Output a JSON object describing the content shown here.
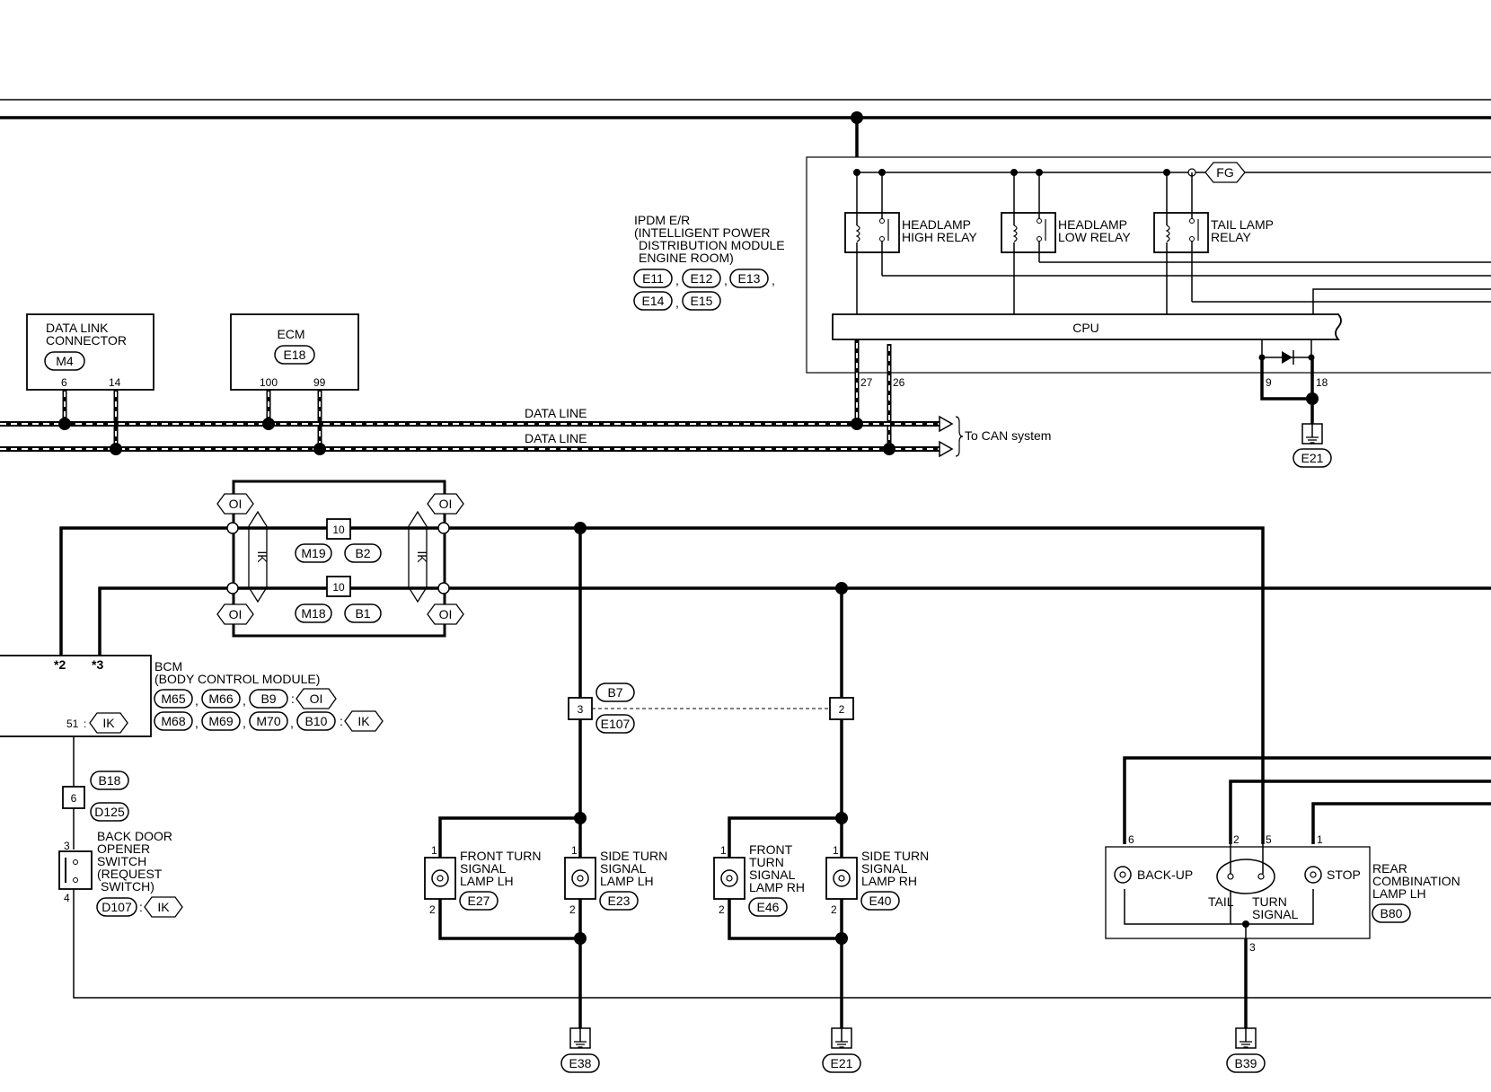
{
  "ipdm": {
    "title": "IPDM E/R",
    "desc1": "(INTELLIGENT POWER",
    "desc2": "DISTRIBUTION MODULE",
    "desc3": "ENGINE ROOM)",
    "connectors": [
      "E11",
      "E12",
      "E13",
      "E14",
      "E15"
    ],
    "cpu": "CPU",
    "fuse": "FG",
    "relays": [
      {
        "l1": "HEADLAMP",
        "l2": "HIGH RELAY"
      },
      {
        "l1": "HEADLAMP",
        "l2": "LOW RELAY"
      },
      {
        "l1": "TAIL LAMP",
        "l2": "RELAY"
      }
    ],
    "pins": {
      "p27": "27",
      "p26": "26",
      "p9": "9",
      "p18": "18"
    }
  },
  "dlc": {
    "l1": "DATA LINK",
    "l2": "CONNECTOR",
    "conn": "M4",
    "pin6": "6",
    "pin14": "14"
  },
  "ecm": {
    "title": "ECM",
    "conn": "E18",
    "pin100": "100",
    "pin99": "99"
  },
  "dataline": {
    "l1": "DATA LINE",
    "l2": "DATA LINE",
    "can": "To CAN system"
  },
  "grounds": {
    "e21_top": "E21",
    "e38": "E38",
    "e21_bot": "E21",
    "b39": "B39"
  },
  "joint": {
    "oi": "OI",
    "ik": "IK",
    "pin_top": "10",
    "pin_bot": "10",
    "conn_top": [
      "M19",
      "B2"
    ],
    "conn_bot": [
      "M18",
      "B1"
    ]
  },
  "bcm": {
    "title": "BCM",
    "desc": "(BODY CONTROL MODULE)",
    "row1": [
      "M65",
      "M66",
      "B9"
    ],
    "row2": [
      "M68",
      "M69",
      "M70",
      "B10"
    ],
    "oi": "OI",
    "ik": "IK",
    "pin51": "51",
    "star2": "*2",
    "star3": "*3"
  },
  "junction": {
    "pin_left": "3",
    "pin_right": "2",
    "c_top": "B7",
    "c_bot": "E107"
  },
  "backdoor": {
    "conn_top": "B18",
    "conn_bot": "D125",
    "pin": "6",
    "l1": "BACK DOOR",
    "l2": "OPENER",
    "l3": "SWITCH",
    "l4": "(REQUEST",
    "l5": "SWITCH)",
    "conn": "D107",
    "ik": "IK",
    "pin3": "3",
    "pin4": "4"
  },
  "lamps": [
    {
      "l1": "FRONT TURN",
      "l2": "SIGNAL",
      "l3": "LAMP LH",
      "l4": "",
      "conn": "E27",
      "p1": "1",
      "p2": "2"
    },
    {
      "l1": "SIDE TURN",
      "l2": "SIGNAL",
      "l3": "LAMP LH",
      "l4": "",
      "conn": "E23",
      "p1": "1",
      "p2": "2"
    },
    {
      "l1": "FRONT",
      "l2": "TURN",
      "l3": "SIGNAL",
      "l4": "LAMP RH",
      "conn": "E46",
      "p1": "1",
      "p2": "2"
    },
    {
      "l1": "SIDE TURN",
      "l2": "SIGNAL",
      "l3": "LAMP RH",
      "l4": "",
      "conn": "E40",
      "p1": "1",
      "p2": "2"
    }
  ],
  "rear": {
    "backup": "BACK-UP",
    "tail": "TAIL",
    "turn": "TURN",
    "signal": "SIGNAL",
    "stop": "STOP",
    "l1": "REAR",
    "l2": "COMBINATION",
    "l3": "LAMP LH",
    "conn": "B80",
    "pin6": "6",
    "pin2": "2",
    "pin5": "5",
    "pin1": "1",
    "pin3": "3"
  }
}
